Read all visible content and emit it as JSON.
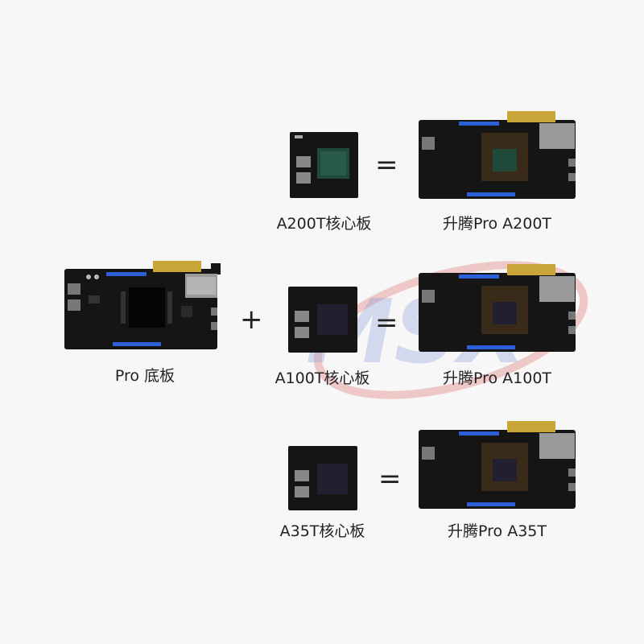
{
  "labels": {
    "base_board": "Pro 底板",
    "core_a200t": "A200T核心板",
    "core_a100t": "A100T核心板",
    "core_a35t": "A35T核心板",
    "result_a200t": "升腾Pro A200T",
    "result_a100t": "升腾Pro A100T",
    "result_a35t": "升腾Pro A35T"
  },
  "operators": {
    "plus": "+",
    "equals": "="
  },
  "colors": {
    "background": "#f7f7f7",
    "pcb": "#151515",
    "chip_green": "#1f4a3a",
    "chip_dark": "#202030",
    "connector_blue": "#2c5fd8",
    "watermark_blue": "#8fa3d8",
    "watermark_red": "#e7a1a1"
  }
}
